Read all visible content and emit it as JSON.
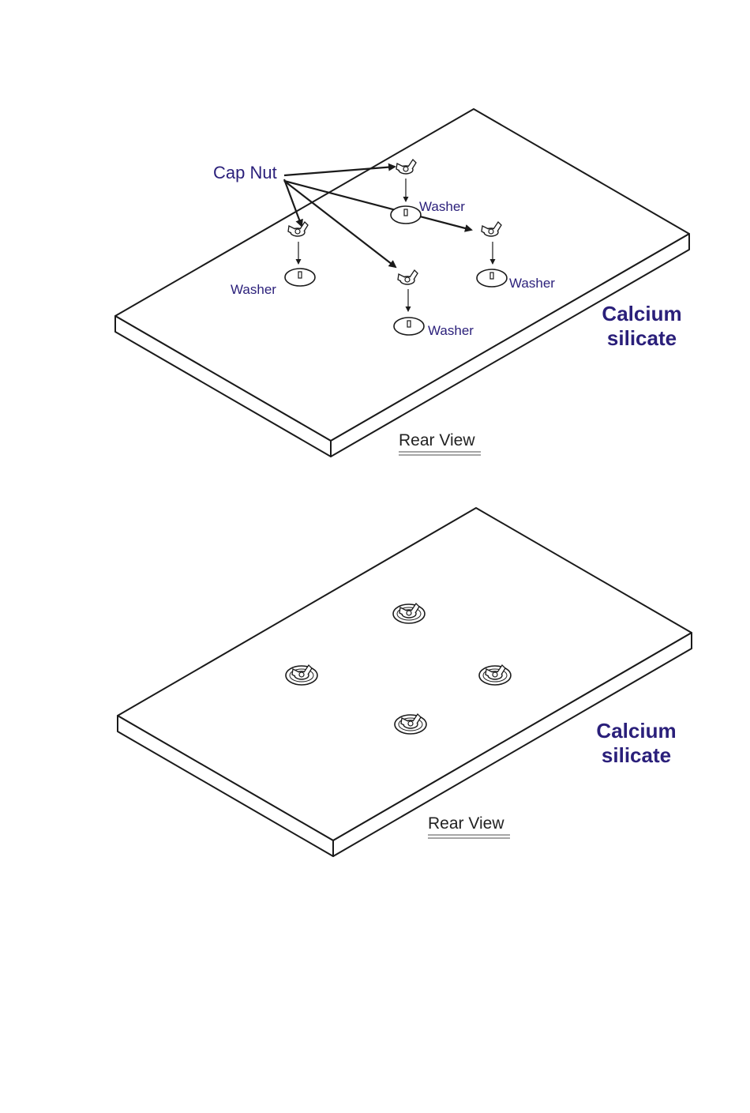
{
  "diagram_top": {
    "cap_nut_label": "Cap Nut",
    "washer_labels": [
      "Washer",
      "Washer",
      "Washer",
      "Washer"
    ],
    "material_line1": "Calcium",
    "material_line2": "silicate",
    "view_label": "Rear View"
  },
  "diagram_bottom": {
    "material_line1": "Calcium",
    "material_line2": "silicate",
    "view_label": "Rear View"
  },
  "colors": {
    "label": "#2a1f7a",
    "line": "#1a1a1a",
    "underline": "#888888"
  }
}
